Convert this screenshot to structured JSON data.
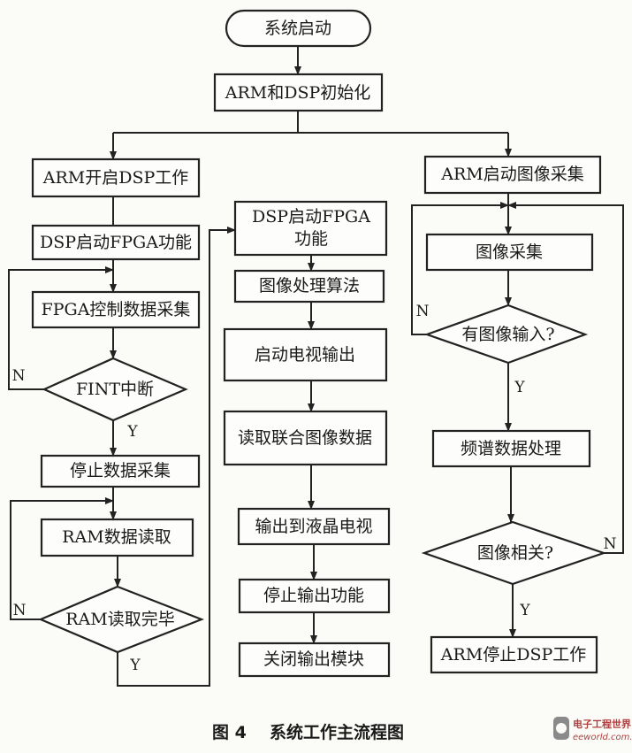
{
  "nodes": {
    "start": "系统启动",
    "init": "ARM和DSP初始化",
    "arm_start_dsp": "ARM开启DSP工作",
    "dsp_start_fpga_left": "DSP启动FPGA功能",
    "fpga_ctrl": "FPGA控制数据采集",
    "fint": "FINT中断",
    "stop_acq": "停止数据采集",
    "ram_read": "RAM数据读取",
    "ram_done": "RAM读取完毕",
    "dsp_start_fpga_mid_1": "DSP启动FPGA",
    "dsp_start_fpga_mid_2": "功能",
    "img_proc": "图像处理算法",
    "tv_out": "启动电视输出",
    "read_joint": "读取联合图像数据",
    "out_lcd": "输出到液晶电视",
    "stop_out": "停止输出功能",
    "close_out": "关闭输出模块",
    "arm_start_img": "ARM启动图像采集",
    "img_acq": "图像采集",
    "img_input": "有图像输入?",
    "spectrum": "频谱数据处理",
    "img_corr": "图像相关?",
    "arm_stop_dsp": "ARM停止DSP工作"
  },
  "labels": {
    "yes": "Y",
    "no": "N"
  },
  "caption": {
    "figure": "图 4",
    "title": "系统工作主流程图"
  },
  "watermark": {
    "cn": "电子工程世界",
    "url": "eeworld.com.cn"
  }
}
